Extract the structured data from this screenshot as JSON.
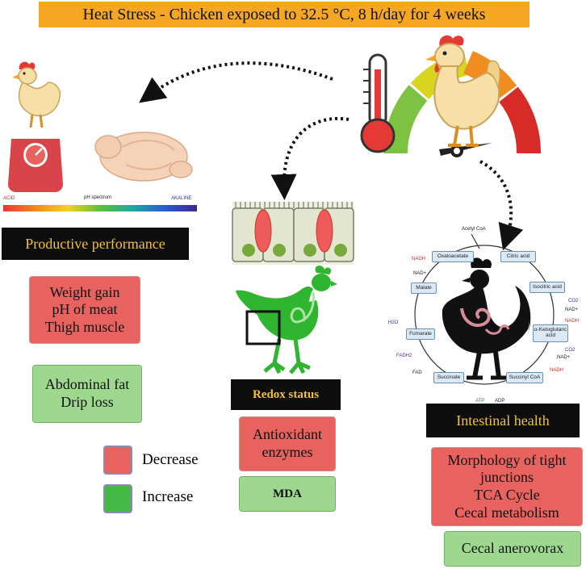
{
  "title": "Heat Stress - Chicken exposed to 32.5 °C, 8 h/day for 4 weeks",
  "ph_spectrum": {
    "left": "ACID",
    "center": "pH spectrum",
    "right": "AKALINE"
  },
  "sections": {
    "productive": {
      "heading": "Productive performance",
      "decrease": [
        "Weight gain",
        "pH of meat",
        "Thigh muscle"
      ],
      "increase": [
        "Abdominal fat",
        "Drip loss"
      ]
    },
    "redox": {
      "heading": "Redox status",
      "decrease": [
        "Antioxidant",
        "enzymes"
      ],
      "increase": [
        "MDA"
      ]
    },
    "intestinal": {
      "heading": "Intestinal health",
      "decrease": [
        "Morphology of tight",
        "junctions",
        "TCA Cycle",
        "Cecal metabolism"
      ],
      "increase": [
        "Cecal anerovorax"
      ]
    }
  },
  "legend": {
    "decrease": "Decrease",
    "increase": "Increase"
  },
  "tca": {
    "acetyl": "Acetyl CoA",
    "oxaloacetate": "Oxaloacetate",
    "citric": "Citric acid",
    "malate": "Malate",
    "isocitric": "Isocitric acid",
    "fumarate": "Fumarate",
    "ketoglutaric_1": "α-Ketoglutaric",
    "ketoglutaric_2": "acid",
    "succinate": "Succinate",
    "succinyl": "Succinyl CoA",
    "nadh": "NADH",
    "nad": "NAD+",
    "co2": "CO2",
    "h2o": "H2O",
    "fadh2": "FADH2",
    "fad": "FAD",
    "atp": "ATP",
    "adp": "ADP"
  },
  "colors": {
    "title_bg": "#f5a623",
    "heading_text": "#f2c230",
    "decrease": "#e8625f",
    "increase": "#9ed88f",
    "chicken_green": "#2fb52f"
  },
  "icons": [
    "thermometer-icon",
    "chicken-icon",
    "scale-icon",
    "raw-chicken-icon",
    "gauge-icon",
    "intestine-icon",
    "rooster-icon"
  ]
}
